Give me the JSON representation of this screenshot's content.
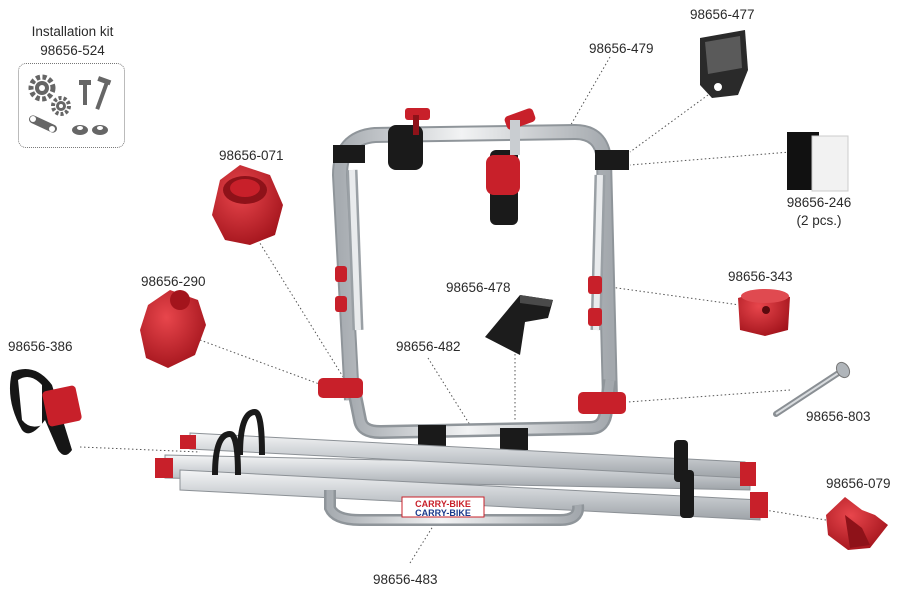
{
  "labels": {
    "installation_kit_title": "Installation kit",
    "installation_kit_code": "98656-524",
    "p477": "98656-477",
    "p479": "98656-479",
    "p071": "98656-071",
    "p246": "98656-246",
    "p246_qty": "(2 pcs.)",
    "p290": "98656-290",
    "p343": "98656-343",
    "p478": "98656-478",
    "p386": "98656-386",
    "p482": "98656-482",
    "p803": "98656-803",
    "p079": "98656-079",
    "p483": "98656-483"
  },
  "product_sticker": "CARRY-BIKE",
  "colors": {
    "red": "#c8202a",
    "dark_red": "#8e1219",
    "aluminium": "#d6d9dc",
    "black": "#1a1a1a",
    "leader_line": "#555555"
  },
  "icons": [
    "gear-icon",
    "screw-icon",
    "chain-icon",
    "washer-icon"
  ]
}
